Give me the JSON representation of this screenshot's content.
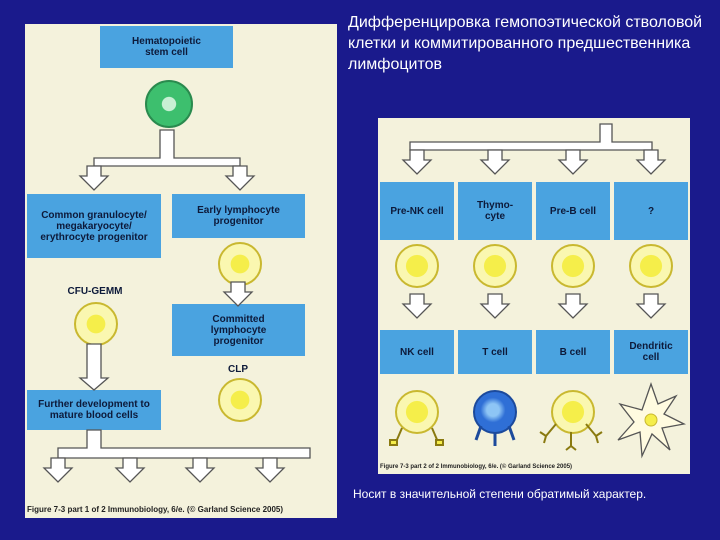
{
  "title": "Дифференцировка гемопоэтической стволовой клетки и коммитированного предшественника лимфоцитов",
  "note": "Носит в значительной степени обратимый характер.",
  "left_figure": {
    "hsc": "Hematopoietic stem cell",
    "cmp": "Common granulocyte/ megakaryocyte/ erythrocyte progenitor",
    "cfu": "CFU-GEMM",
    "elp": "Early lymphocyte progenitor",
    "clp_box": "Committed lymphocyte progenitor",
    "clp": "CLP",
    "further": "Further development to mature blood cells",
    "caption": "Figure 7-3 part 1 of 2 Immunobiology, 6/e. (© Garland Science 2005)"
  },
  "right_figure": {
    "top_labels": [
      "Pre-NK cell",
      "Thymo-cyte",
      "Pre-B cell",
      "?"
    ],
    "bottom_labels": [
      "NK cell",
      "T cell",
      "B cell",
      "Dendritic cell"
    ],
    "caption": "Figure 7-3 part 2 of 2 Immunobiology, 6/e. (© Garland Science 2005)"
  },
  "colors": {
    "background": "#1a1a8c",
    "panel": "#f4f2dc",
    "box": "#4aa3e0",
    "cell_yellow": "#f5ee4a",
    "cell_green": "#3dbf6e",
    "cell_blue": "#2f6fd6"
  }
}
